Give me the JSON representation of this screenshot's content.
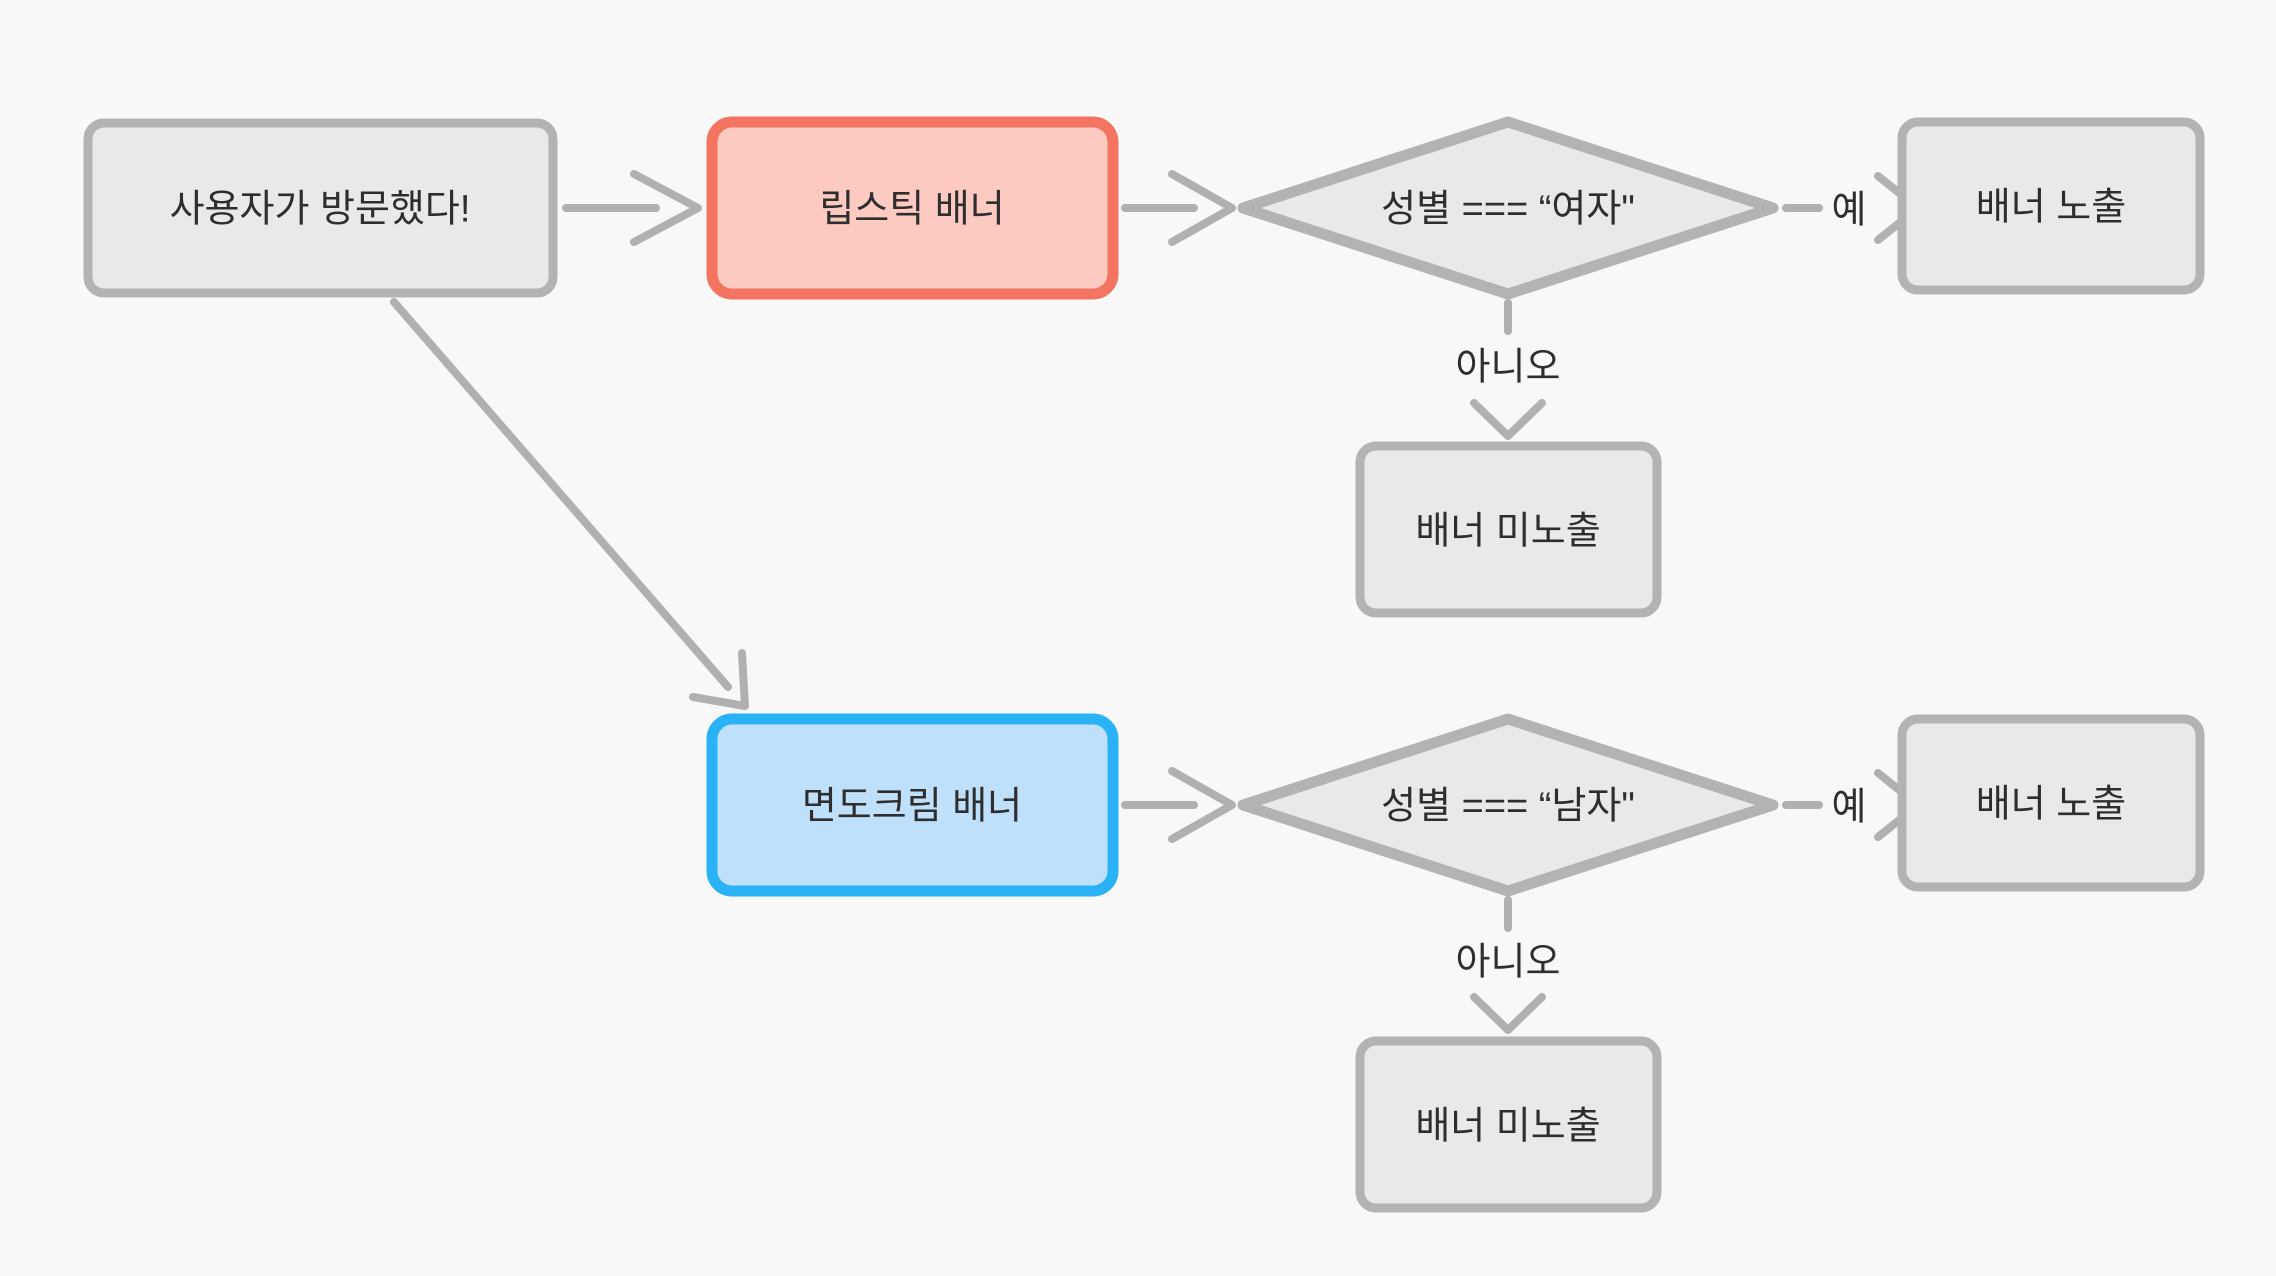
{
  "colors": {
    "background": "#f8f8f8",
    "node_fill": "#e9e9e9",
    "node_stroke": "#b3b3b3",
    "lipstick_fill": "#fdcac2",
    "lipstick_stroke": "#f47462",
    "shaving_fill": "#bee0fb",
    "shaving_stroke": "#29b2f6",
    "edge": "#b0b0b0",
    "text": "#2e2e2e"
  },
  "nodes": {
    "start": "사용자가 방문했다!",
    "lipstick_banner": "립스틱 배너",
    "gender_female_check": "성별 === “여자\"",
    "banner_shown_female": "배너 노출",
    "banner_hidden_female": "배너 미노출",
    "shaving_cream_banner": "면도크림 배너",
    "gender_male_check": "성별 === “남자\"",
    "banner_shown_male": "배너 노출",
    "banner_hidden_male": "배너 미노출"
  },
  "edge_labels": {
    "yes_female": "예",
    "no_female": "아니오",
    "yes_male": "예",
    "no_male": "아니오"
  }
}
